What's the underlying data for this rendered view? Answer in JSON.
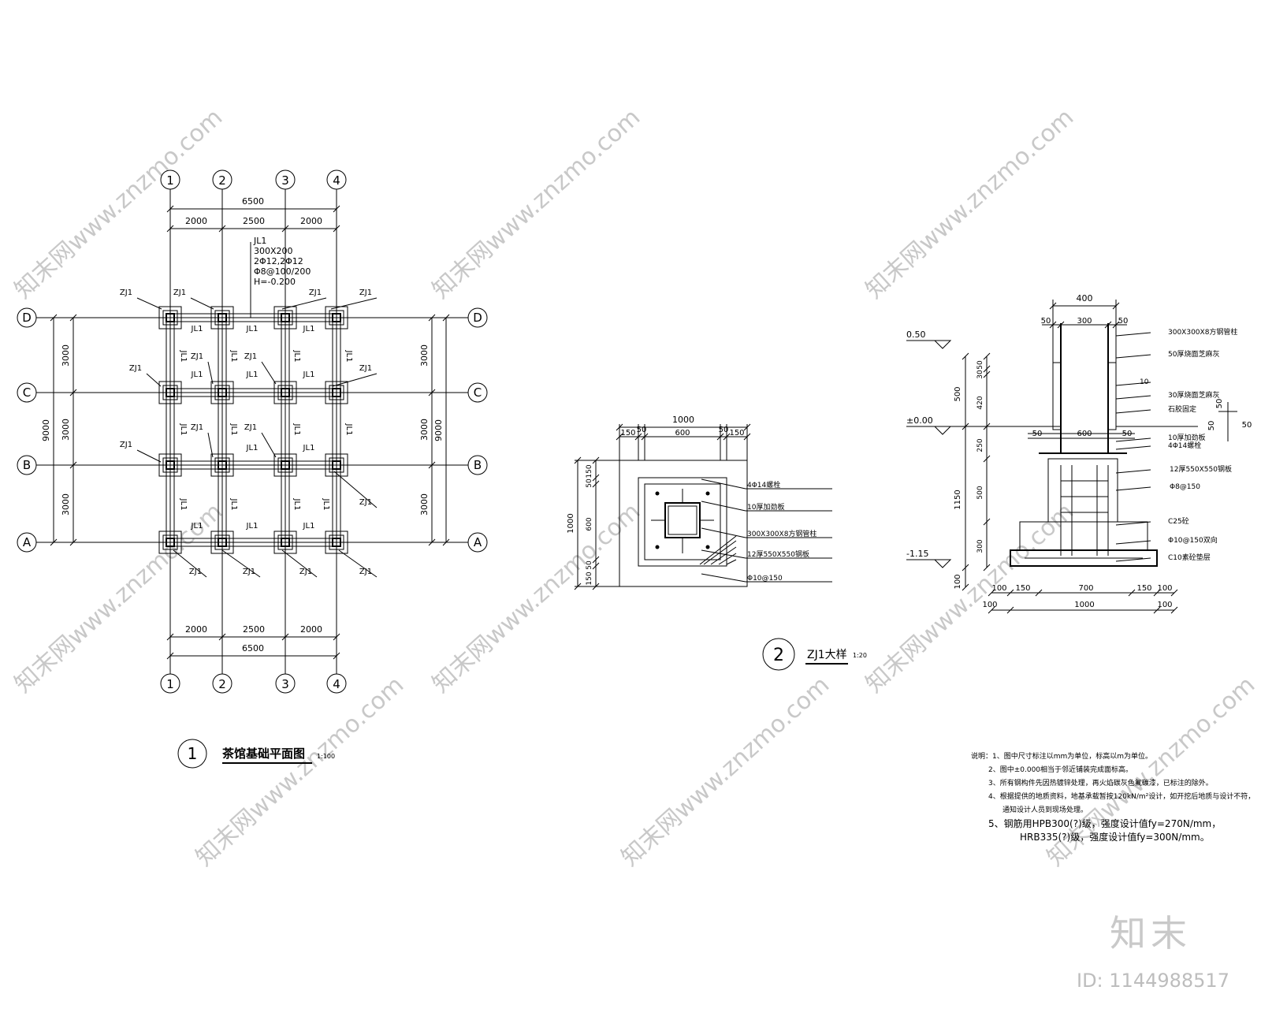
{
  "plan": {
    "axes_x": [
      "1",
      "2",
      "3",
      "4"
    ],
    "axes_y": [
      "D",
      "C",
      "B",
      "A"
    ],
    "dims_x_total": "6500",
    "dims_x": [
      "2000",
      "2500",
      "2000"
    ],
    "dims_y": [
      "3000",
      "3000",
      "3000"
    ],
    "dims_y_total": "9000",
    "footing_label": "ZJ1",
    "beam_label": "JL1",
    "beam_note": [
      "JL1",
      "300X200",
      "2Φ12,2Φ12",
      "Φ8@100/200",
      "H=-0.200"
    ],
    "title_number": "1",
    "title": "茶馆基础平面图",
    "scale": "1:100"
  },
  "detail_plan": {
    "dim_total": "1000",
    "dims_top": [
      "50",
      "50"
    ],
    "dims_mid": [
      "150",
      "600",
      "150"
    ],
    "dims_left": [
      "150",
      "50",
      "600",
      "50",
      "150"
    ],
    "dim_left_total": "1000",
    "callouts": [
      "4Φ14螺栓",
      "10厚加劲板",
      "300X300X8方钢管柱",
      "12厚550X550钢板",
      "Φ10@150"
    ],
    "title_number": "2",
    "title": "ZJ1大样",
    "scale": "1:20"
  },
  "section": {
    "dim_top_total": "400",
    "dims_top": [
      "50",
      "300",
      "50"
    ],
    "level_top": "0.50",
    "level_zero": "±0.00",
    "level_bottom": "-1.15",
    "dims_left_outer": [
      "500",
      "1150",
      "100"
    ],
    "dims_left_inner": [
      "50",
      "30",
      "420",
      "250",
      "500",
      "300"
    ],
    "dim_base_row1": [
      "100",
      "150",
      "700",
      "150",
      "100"
    ],
    "dim_base_row2": [
      "100",
      "1000",
      "100"
    ],
    "dim_mid": [
      "50",
      "600",
      "50"
    ],
    "callouts": [
      "300X300X8方钢管柱",
      "50厚烧面芝麻灰",
      "10",
      "30厚烧面芝麻灰",
      "石胶固定",
      "10厚加劲板",
      "4Φ14螺栓",
      "12厚550X550钢板",
      "Φ8@150",
      "C25砼",
      "Φ10@150双向",
      "C10素砼垫层"
    ],
    "side_dims": [
      "50",
      "50",
      "50"
    ]
  },
  "notes": {
    "lines": [
      "说明：1、图中尺寸标注以mm为单位，标高以m为单位。",
      "2、图中±0.000相当于邻近铺装完成面标高。",
      "3、所有钢构件先因热镀锌处理，再火焰碳灰色氟碳漆，已标注的除外。",
      "4、根据提供的地质资料，地基承载暂按120kN/m²设计，如开挖后地质与设计不符，",
      "通知设计人员到现场处理。",
      "5、钢筋用HPB300(?)级，强度设计值fy=270N/mm，",
      "HRB335(?)级，强度设计值fy=300N/mm。"
    ]
  },
  "watermark": {
    "text": "知末网www.znzmo.com",
    "brand": "知末",
    "id": "ID: 1144988517"
  }
}
